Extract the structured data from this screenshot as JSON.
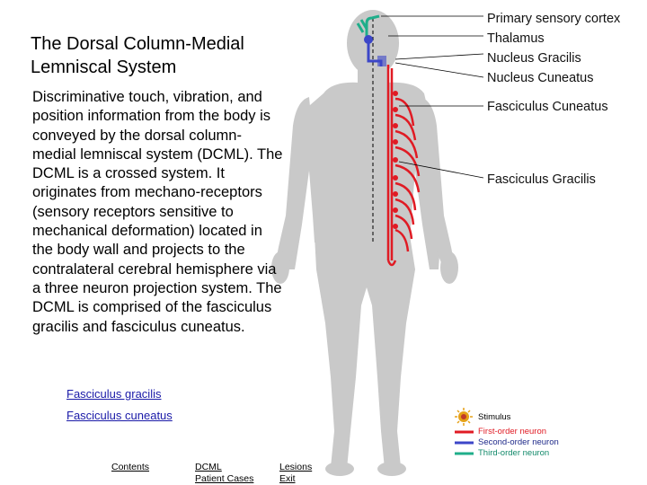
{
  "title": "The Dorsal Column-Medial Lemniscal System",
  "description": "Discriminative touch, vibration, and position information from the body is conveyed by the dorsal column-medial lemniscal system (DCML). The DCML is a crossed system. It originates from mechano-receptors (sensory receptors sensitive to mechanical deformation) located in the body wall and projects to the contralateral cerebral hemisphere via a three neuron projection system.  The DCML is comprised of the fasciculus gracilis and fasciculus cuneatus.",
  "links": {
    "fasciculus_gracilis": "Fasciculus gracilis",
    "fasciculus_cuneatus": "Fasciculus cuneatus"
  },
  "nav": {
    "contents": "Contents",
    "dcml": "DCML",
    "patient_cases": "Patient Cases",
    "lesions": "Lesions",
    "exit": "Exit"
  },
  "labels": {
    "primary_sensory_cortex": "Primary sensory cortex",
    "thalamus": "Thalamus",
    "nucleus_gracilis": "Nucleus Gracilis",
    "nucleus_cuneatus": "Nucleus Cuneatus",
    "fasciculus_cuneatus": "Fasciculus Cuneatus",
    "fasciculus_gracilis": "Fasciculus Gracilis"
  },
  "legend": {
    "stimulus": "Stimulus",
    "first_order": "First-order neuron",
    "second_order": "Second-order neuron",
    "third_order": "Third-order neuron"
  },
  "colors": {
    "first_order": "#e01b24",
    "second_order": "#3c46c8",
    "third_order": "#1fae8a",
    "stimulus": "#e6a117",
    "body": "#c8c8c8"
  }
}
